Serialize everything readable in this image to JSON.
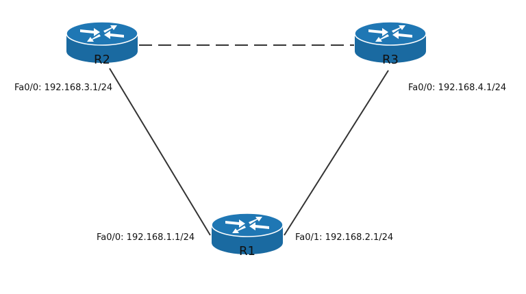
{
  "colors": {
    "router_body": "#1a6aa1",
    "router_top": "#1f77b4",
    "router_rim": "#ffffff",
    "arrow": "#ffffff",
    "link": "#333333",
    "text": "#111111"
  },
  "routers": {
    "r1": {
      "name": "R1",
      "icon": "router-icon"
    },
    "r2": {
      "name": "R2",
      "icon": "router-icon"
    },
    "r3": {
      "name": "R3",
      "icon": "router-icon"
    }
  },
  "interfaces": {
    "r2_fa00": "Fa0/0: 192.168.3.1/24",
    "r3_fa00": "Fa0/0: 192.168.4.1/24",
    "r1_fa00": "Fa0/0: 192.168.1.1/24",
    "r1_fa01": "Fa0/1: 192.168.2.1/24"
  },
  "links": [
    {
      "from": "R2",
      "to": "R1",
      "style": "solid"
    },
    {
      "from": "R3",
      "to": "R1",
      "style": "solid"
    },
    {
      "from": "R2",
      "to": "R3",
      "style": "dashed"
    }
  ]
}
